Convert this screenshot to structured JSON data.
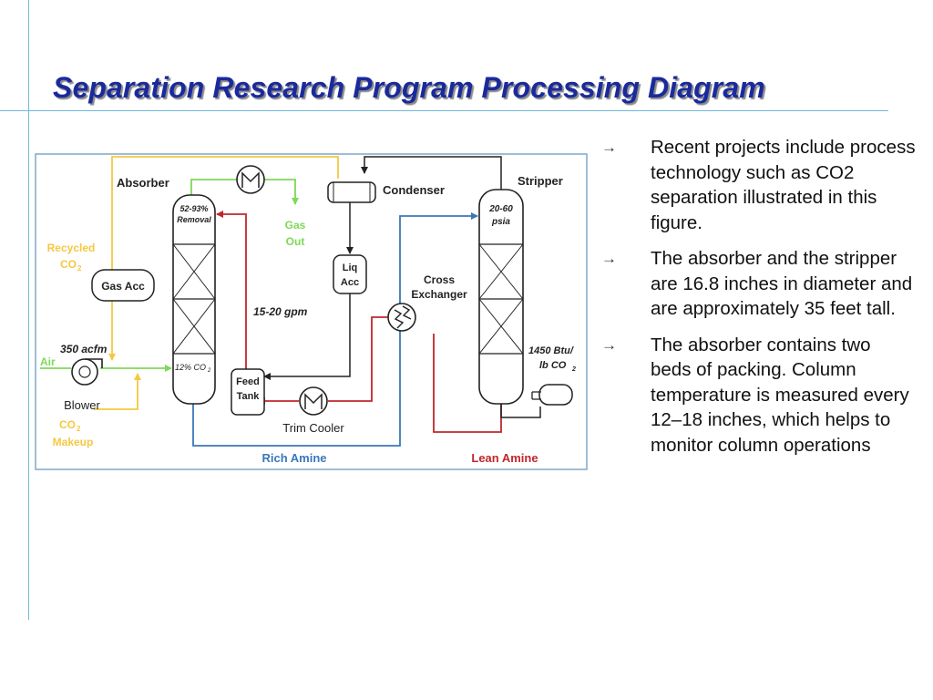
{
  "title": "Separation Research Program Processing Diagram",
  "bullets": [
    {
      "text": "Recent projects include process technology such as CO2 separation illustrated in this figure."
    },
    {
      "text": "The absorber and the stripper are 16.8 inches in diameter and are approximately 35 feet tall."
    },
    {
      "text": "The absorber contains two beds of packing. Column temperature is measured every 12–18 inches, which helps to monitor column operations"
    }
  ],
  "diagram": {
    "absorber": {
      "label": "Absorber",
      "removal_1": "52-93%",
      "removal_2": "Removal",
      "co2_pct": "12% CO",
      "co2_sub": "2"
    },
    "stripper": {
      "label": "Stripper",
      "pressure_1": "20-60",
      "pressure_2": "psia"
    },
    "condenser": "Condenser",
    "liq_acc": {
      "line1": "Liq",
      "line2": "Acc"
    },
    "cross_exchanger": {
      "line1": "Cross",
      "line2": "Exchanger"
    },
    "gas_acc": "Gas Acc",
    "gas_out": {
      "line1": "Gas",
      "line2": "Out"
    },
    "recycled_co2": {
      "line1": "Recycled",
      "line2": "CO",
      "sub": "2"
    },
    "flow_gpm": "15-20 gpm",
    "acfm": "350 acfm",
    "air": "Air",
    "blower": "Blower",
    "co2_makeup": {
      "line1": "CO",
      "sub": "2",
      "line2": "Makeup"
    },
    "feed_tank": {
      "line1": "Feed",
      "line2": "Tank"
    },
    "trim_cooler": "Trim Cooler",
    "heat_duty": {
      "line1": "1450 Btu/",
      "line2": "lb CO",
      "sub": "2"
    },
    "rich_amine": "Rich Amine",
    "lean_amine": "Lean Amine",
    "colors": {
      "yellow": "#f5c842",
      "green": "#7ed957",
      "red": "#c0272d",
      "blue": "#3a78b9",
      "frame": "#7fa7c9",
      "title": "#1a2a9c"
    }
  }
}
